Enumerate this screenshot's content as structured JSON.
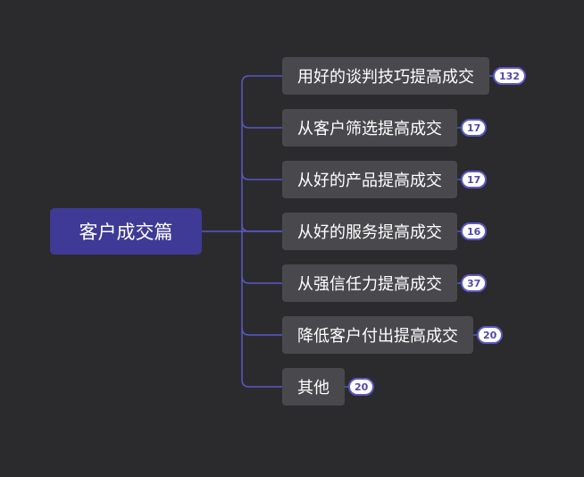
{
  "mindmap": {
    "root": {
      "label": "客户成交篇"
    },
    "branches": [
      {
        "label": "用好的谈判技巧提高成交",
        "count": "132"
      },
      {
        "label": "从客户筛选提高成交",
        "count": "17"
      },
      {
        "label": "从好的产品提高成交",
        "count": "17"
      },
      {
        "label": "从好的服务提高成交",
        "count": "16"
      },
      {
        "label": "从强信任力提高成交",
        "count": "37"
      },
      {
        "label": "降低客户付出提高成交",
        "count": "20"
      },
      {
        "label": "其他",
        "count": "20"
      }
    ]
  },
  "colors": {
    "background": "#2b2b2d",
    "root_fill": "#3e3a96",
    "branch_fill": "#49494d",
    "connector": "#5b57c9",
    "badge_text": "#4e4aa8"
  }
}
